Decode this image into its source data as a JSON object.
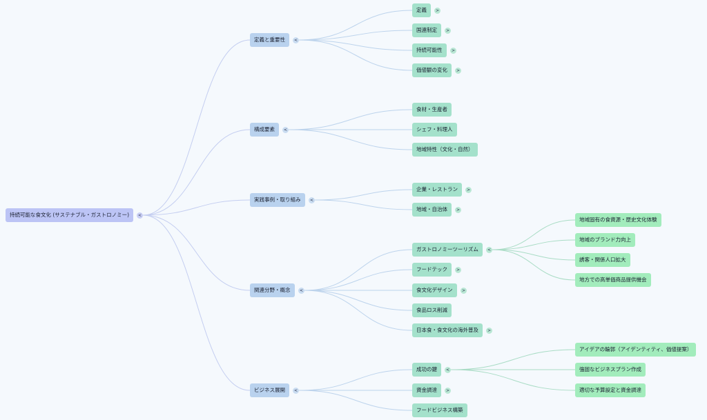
{
  "root": {
    "label": "持続可能な食文化 (サステナブル・ガストロノミー)",
    "toggle": "<"
  },
  "branches": [
    {
      "label": "定義と重要性",
      "toggle": "<",
      "children": [
        {
          "label": "定義",
          "toggle": ">"
        },
        {
          "label": "国連制定",
          "toggle": ">"
        },
        {
          "label": "持続可能性",
          "toggle": ">"
        },
        {
          "label": "価値観の変化",
          "toggle": ">"
        }
      ]
    },
    {
      "label": "構成要素",
      "toggle": "<",
      "children": [
        {
          "label": "食材・生産者"
        },
        {
          "label": "シェフ・料理人"
        },
        {
          "label": "地域特性（文化・自然）"
        }
      ]
    },
    {
      "label": "実践事例・取り組み",
      "toggle": "<",
      "children": [
        {
          "label": "企業・レストラン",
          "toggle": ">"
        },
        {
          "label": "地域・自治体",
          "toggle": ">"
        }
      ]
    },
    {
      "label": "関連分野・概念",
      "toggle": "<",
      "children": [
        {
          "label": "ガストロノミーツーリズム",
          "toggle": "<",
          "children": [
            {
              "label": "地域固有の食資源・歴史文化体験"
            },
            {
              "label": "地域のブランド力向上"
            },
            {
              "label": "誘客・関係人口拡大"
            },
            {
              "label": "地方での高単価商品提供機会"
            }
          ]
        },
        {
          "label": "フードテック",
          "toggle": ">"
        },
        {
          "label": "食文化デザイン",
          "toggle": ">"
        },
        {
          "label": "食品ロス削減"
        },
        {
          "label": "日本食・食文化の海外普及",
          "toggle": ">"
        }
      ]
    },
    {
      "label": "ビジネス展開",
      "toggle": "<",
      "children": [
        {
          "label": "成功の鍵",
          "toggle": "<",
          "children": [
            {
              "label": "アイデアの輪郭（アイデンティティ、価値提案）"
            },
            {
              "label": "強固なビジネスプラン作成"
            },
            {
              "label": "適切な予算設定と資金調達"
            }
          ]
        },
        {
          "label": "資金調達",
          "toggle": ">"
        },
        {
          "label": "フードビジネス構築"
        }
      ]
    }
  ]
}
